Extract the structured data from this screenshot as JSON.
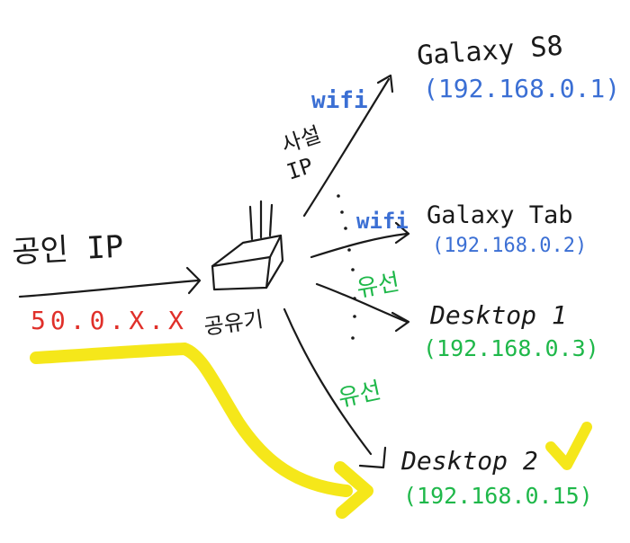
{
  "public_ip": {
    "label": "공인 IP",
    "value": "50.0.X.X"
  },
  "router": {
    "label": "공유기"
  },
  "private_ip": {
    "label_line1": "사설",
    "label_line2": "IP"
  },
  "devices": [
    {
      "name": "Galaxy S8",
      "ip": "(192.168.0.1)",
      "connection": "wifi",
      "ip_color": "blue"
    },
    {
      "name": "Galaxy Tab",
      "ip": "(192.168.0.2)",
      "connection": "wifi",
      "ip_color": "blue"
    },
    {
      "name": "Desktop 1",
      "ip": "(192.168.0.3)",
      "connection": "유선",
      "ip_color": "green"
    },
    {
      "name": "Desktop 2",
      "ip": "(192.168.0.15)",
      "connection": "유선",
      "ip_color": "green"
    }
  ],
  "colors": {
    "ink": "#1a1a1a",
    "blue": "#3b6fd4",
    "green": "#1fb84a",
    "red": "#e0302a",
    "highlight": "#f5e71a"
  },
  "icons": {
    "router": "router-icon",
    "check": "checkmark-icon"
  }
}
